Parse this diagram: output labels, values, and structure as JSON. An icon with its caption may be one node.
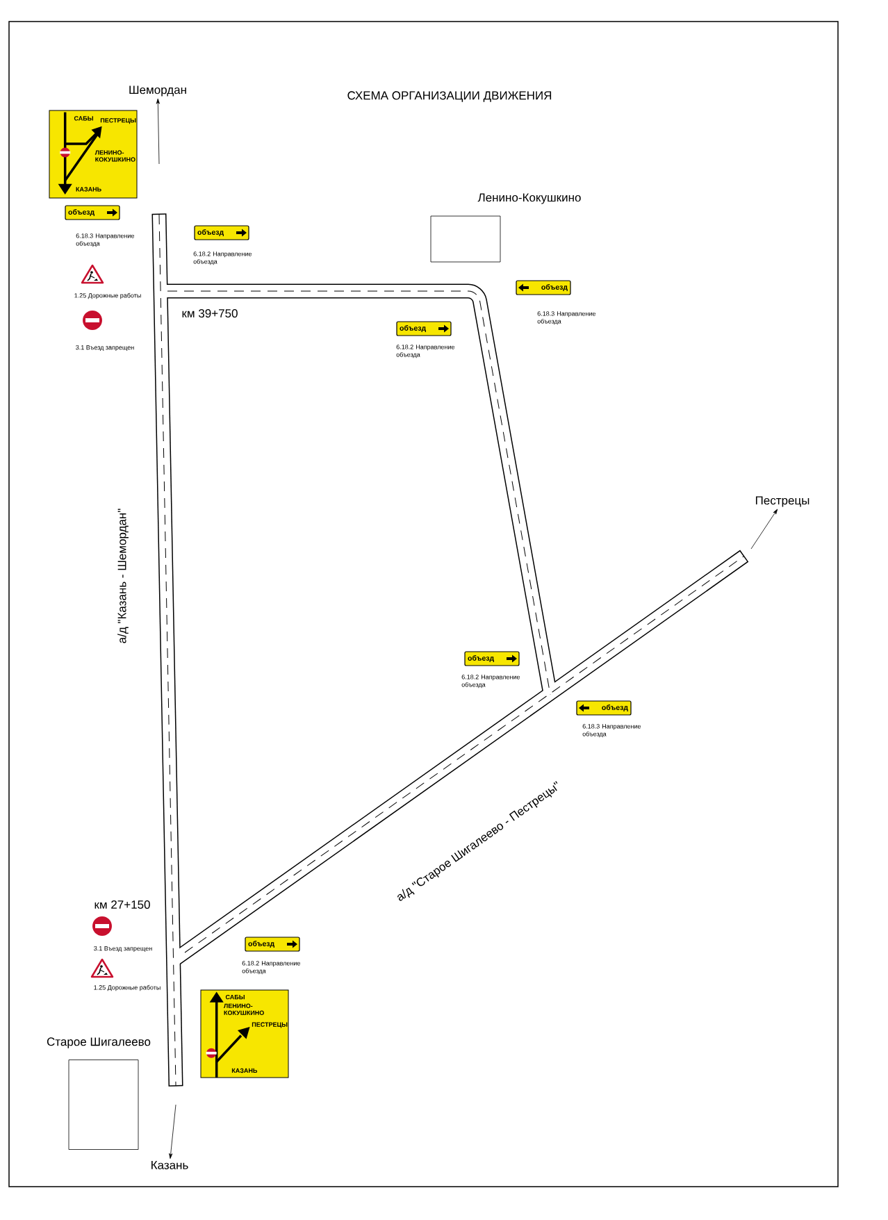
{
  "diagram": {
    "title": "СХЕМА ОРГАНИЗАЦИИ ДВИЖЕНИЯ",
    "nodes": [
      {
        "text": [
          "Шемордан"
        ]
      },
      {
        "text": [
          "САБЫ",
          "ПЕСТРЕЦЫ",
          "ЛЕНИНО-КОКУШКИНО",
          "КАЗАНЬ"
        ]
      },
      {
        "text": [
          "объезд"
        ],
        "beside": [
          "6.18.3 Направление объезда"
        ]
      },
      {
        "text": [
          "объезд"
        ],
        "beside": [
          "6.18.2 Направление объезда"
        ]
      },
      {
        "text": [
          "Ленино-Кокушкино"
        ]
      },
      {
        "text": [
          "объезд"
        ],
        "beside": [
          "6.18.3 Направление объезда"
        ]
      },
      {
        "text": [
          "объезд"
        ],
        "beside": [
          "6.18.2 Направление объезда"
        ]
      },
      {
        "text": [
          "Пестрецы"
        ]
      },
      {
        "text": [
          "объезд"
        ],
        "beside": [
          "6.18.2 Направление объезда"
        ]
      },
      {
        "text": [
          "объезд"
        ],
        "beside": [
          "6.18.3 Направление объезда"
        ]
      },
      {
        "text": [
          "объезд"
        ],
        "beside": [
          "6.18.2 Направление объезда"
        ]
      },
      {
        "text": [
          "САБЫ",
          "ЛЕНИНО-КОКУШКИНО",
          "ПЕСТРЕЦЫ",
          "КАЗАНЬ"
        ]
      },
      {
        "text": [
          "Старое Шигалеево"
        ]
      },
      {
        "text": [
          "Казань"
        ]
      }
    ],
    "edges": [
      {
        "from": null,
        "to": 0,
        "arrow": "to"
      },
      {
        "from": null,
        "to": 7,
        "arrow": "to"
      },
      {
        "from": null,
        "to": 13,
        "arrow": "to"
      }
    ],
    "labels": [
      "1.25 Дорожные работы",
      "3.1 Въезд запрещен",
      "км 39+750",
      "а/д \"Казань - Шемордан\"",
      "а/д \"Старое Шигалеево - Пестрецы\"",
      "км 27+150",
      "3.1 Въезд запрещен",
      "1.25 Дорожные работы"
    ]
  }
}
